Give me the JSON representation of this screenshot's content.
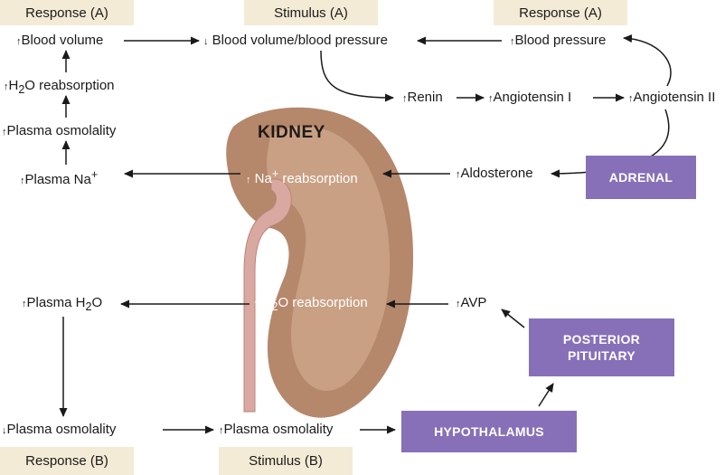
{
  "headers": {
    "response_a_left": "Response (A)",
    "stimulus_a": "Stimulus (A)",
    "response_a_right": "Response (A)",
    "response_b": "Response (B)",
    "stimulus_b": "Stimulus (B)"
  },
  "labels": {
    "blood_volume_up": "Blood volume",
    "blood_volume_pressure_down": "Blood volume/blood pressure",
    "blood_pressure_up": "Blood pressure",
    "h2o_reabsorption_left_pre": "H",
    "h2o_reabsorption_left_sub": "2",
    "h2o_reabsorption_left_post": "O reabsorption",
    "plasma_osmolality_up": "Plasma osmolality",
    "plasma_na_up": "Plasma Na",
    "plasma_na_sup": "+",
    "renin": "Renin",
    "angiotensin_1": "Angiotensin I",
    "angiotensin_2": "Angiotensin II",
    "kidney": "KIDNEY",
    "na_reabsorption_pre": "Na",
    "na_reabsorption_sup": "+",
    "na_reabsorption_post": " reabsorption",
    "aldosterone": "Aldosterone",
    "plasma_h2o_pre": "Plasma H",
    "plasma_h2o_sub": "2",
    "plasma_h2o_post": "O",
    "h2o_reabsorption_kidney_pre": "H",
    "h2o_reabsorption_kidney_sub": "2",
    "h2o_reabsorption_kidney_post": "O reabsorption",
    "avp": "AVP",
    "plasma_osmolality_down_b": "Plasma osmolality",
    "plasma_osmolality_up_b": "Plasma osmolality"
  },
  "boxes": {
    "adrenal": "ADRENAL",
    "posterior_pituitary_line1": "POSTERIOR",
    "posterior_pituitary_line2": "PITUITARY",
    "hypothalamus": "HYPOTHALAMUS"
  },
  "icons": {
    "increase": "up-arrow-icon",
    "decrease": "down-arrow-icon"
  },
  "colors": {
    "header_bg": "#f4ebd6",
    "box_purple": "#8770b8",
    "kidney_outer": "#b5876b",
    "kidney_inner": "#c9a084",
    "ureter": "#d9a8a0",
    "arrow": "#1a1a1a"
  }
}
